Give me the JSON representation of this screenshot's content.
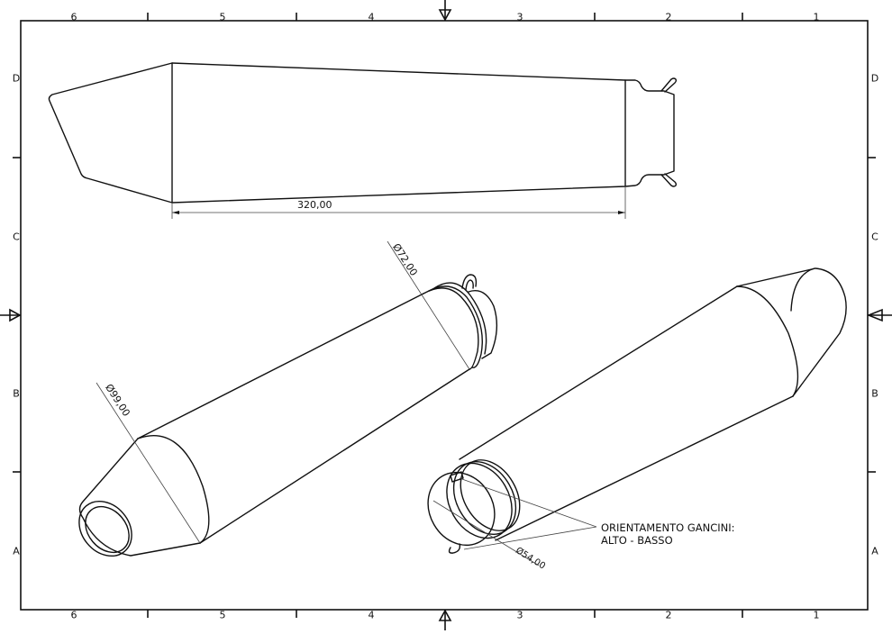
{
  "sheet": {
    "columns_top": [
      "6",
      "5",
      "4",
      "3",
      "2",
      "1"
    ],
    "columns_bottom": [
      "6",
      "5",
      "4",
      "3",
      "2",
      "1"
    ],
    "rows_left": [
      "D",
      "C",
      "B",
      "A"
    ],
    "rows_right": [
      "D",
      "C",
      "B",
      "A"
    ],
    "line_color": "#111111",
    "background": "#ffffff"
  },
  "views": {
    "side_view": {
      "length_dimension": "320,00"
    },
    "iso_view_left": {
      "outlet_diameter": "Ø72,00",
      "body_diameter": "Ø99,00"
    },
    "iso_view_right": {
      "inlet_diameter": "Ø54,00"
    }
  },
  "annotation": {
    "line1": "ORIENTAMENTO GANCINI:",
    "line2": "ALTO - BASSO"
  }
}
